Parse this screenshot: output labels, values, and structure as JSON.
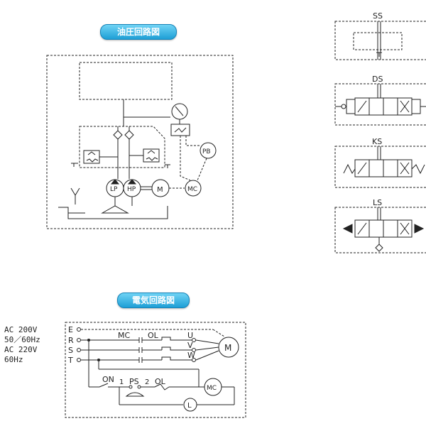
{
  "hydraulic": {
    "title": "油圧回路図",
    "lp": "LP",
    "hp": "HP",
    "motor": "M",
    "mc": "MC",
    "pb": "PB"
  },
  "valves": {
    "ss": "SS",
    "ds": "DS",
    "ks": "KS",
    "ls": "LS"
  },
  "electrical": {
    "title": "電気回路図",
    "supply_lines": [
      "AC 200V",
      "50／60Hz",
      "AC 220V",
      "60Hz"
    ],
    "terminals_in": [
      "E",
      "R",
      "S",
      "T"
    ],
    "terminals_out": [
      "U",
      "V",
      "W"
    ],
    "mc": "MC",
    "ol": "OL",
    "motor": "M",
    "on": "ON",
    "n1": "1",
    "ps": "PS",
    "n2": "2",
    "ol2": "OL",
    "mc2": "MC",
    "lamp": "L"
  }
}
